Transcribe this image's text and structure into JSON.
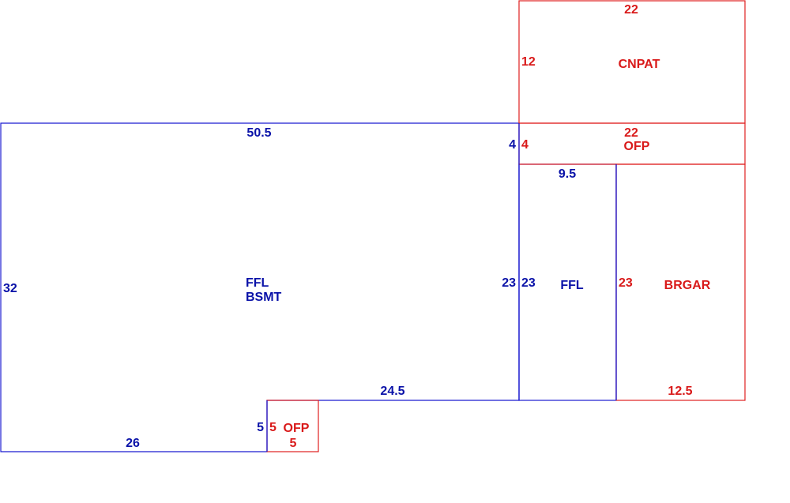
{
  "colors": {
    "living_area": "#1a1ad0",
    "living_text": "#0a12a8",
    "non_living_area": "#e02020",
    "non_living_text": "#d91a1a"
  },
  "areas": {
    "cnpat": {
      "code": "CNPAT",
      "width": "22",
      "depth": "12"
    },
    "ofp_top": {
      "code": "OFP",
      "width": "22",
      "depth": "4"
    },
    "main": {
      "code_line1": "FFL",
      "code_line2": "BSMT",
      "top": "50.5",
      "left": "32",
      "right_upper": "4",
      "right_lower": "23",
      "inner_bottom": "24.5",
      "notch": "5",
      "bottom": "26"
    },
    "ffl_wing": {
      "code": "FFL",
      "top": "9.5",
      "left": "23"
    },
    "brgar": {
      "code": "BRGAR",
      "left": "23",
      "bottom": "12.5"
    },
    "ofp_bottom": {
      "code": "OFP",
      "left": "5",
      "bottom": "5"
    }
  }
}
